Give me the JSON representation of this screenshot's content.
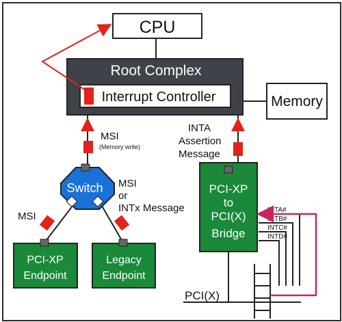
{
  "cpu": {
    "label": "CPU"
  },
  "root_complex": {
    "label": "Root Complex",
    "interrupt_controller": "Interrupt Controller"
  },
  "memory": {
    "label": "Memory"
  },
  "msi_up": {
    "label": "MSI",
    "sub": "(Memory write)"
  },
  "inta_msg": {
    "line1": "INTA",
    "line2": "Assertion",
    "line3": "Message"
  },
  "switch": {
    "label": "Switch"
  },
  "switch_msg": {
    "line1": "MSI",
    "line2": "or",
    "line3": "INTx Message"
  },
  "msi_left": {
    "label": "MSI"
  },
  "pci_endpoint": {
    "line1": "PCI-XP",
    "line2": "Endpoint"
  },
  "legacy_endpoint": {
    "line1": "Legacy",
    "line2": "Endpoint"
  },
  "bridge": {
    "line1": "PCI-XP",
    "line2": "to",
    "line3": "PCI(X)",
    "line4": "Bridge"
  },
  "int_lines": [
    "INTA#",
    "INTB#",
    "INTC#",
    "INTD#"
  ],
  "bus": {
    "label": "PCI(X)"
  },
  "colors": {
    "green": "#1a8a3a",
    "red": "#e0231b",
    "root_dark": "#3f4349",
    "switch_blue": "#1a72d8",
    "magenta": "#c8245e"
  }
}
